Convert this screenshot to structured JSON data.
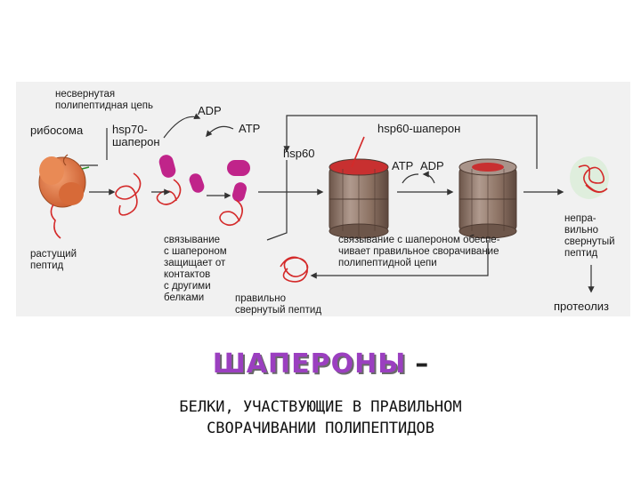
{
  "labels": {
    "unfolded_chain": "несвернутая\nполипептидная цепь",
    "ribosome": "рибосома",
    "hsp70": "hsp70-\nшаперон",
    "adp_top": "ADP",
    "atp_top": "ATP",
    "hsp60_small": "hsp60",
    "hsp60_chaperone": "hsp60-шаперон",
    "atp_mid": "ATP",
    "adp_mid": "ADP",
    "growing_peptide": "растущий\nпептид",
    "binding_protects": "связывание\nс шапероном\nзащищает от\nконтактов\nс другими\nбелками",
    "binding_ensures": "связывание с шапероном обеспе-\nчивает правильное сворачивание\nполипептидной цепи",
    "correct_folded": "правильно\nсвернутый пептид",
    "misfolded": "непра-\nвильно\nсвернутый\nпептид",
    "proteolysis": "протеолиз"
  },
  "title": "ШАПЕРОНЫ",
  "title_dash": "–",
  "subtitle_line1": "БЕЛКИ, УЧАСТВУЮЩИЕ В ПРАВИЛЬНОМ",
  "subtitle_line2": "СВОРАЧИВАНИИ ПОЛИПЕПТИДОВ",
  "colors": {
    "chaperone_magenta": "#c0248a",
    "peptide_red": "#d42a2a",
    "ribosome_orange": "#e0733a",
    "barrel_brown": "#8a6f60",
    "title_purple": "#9b3fc0",
    "background_tint": "#f0f0f0"
  }
}
